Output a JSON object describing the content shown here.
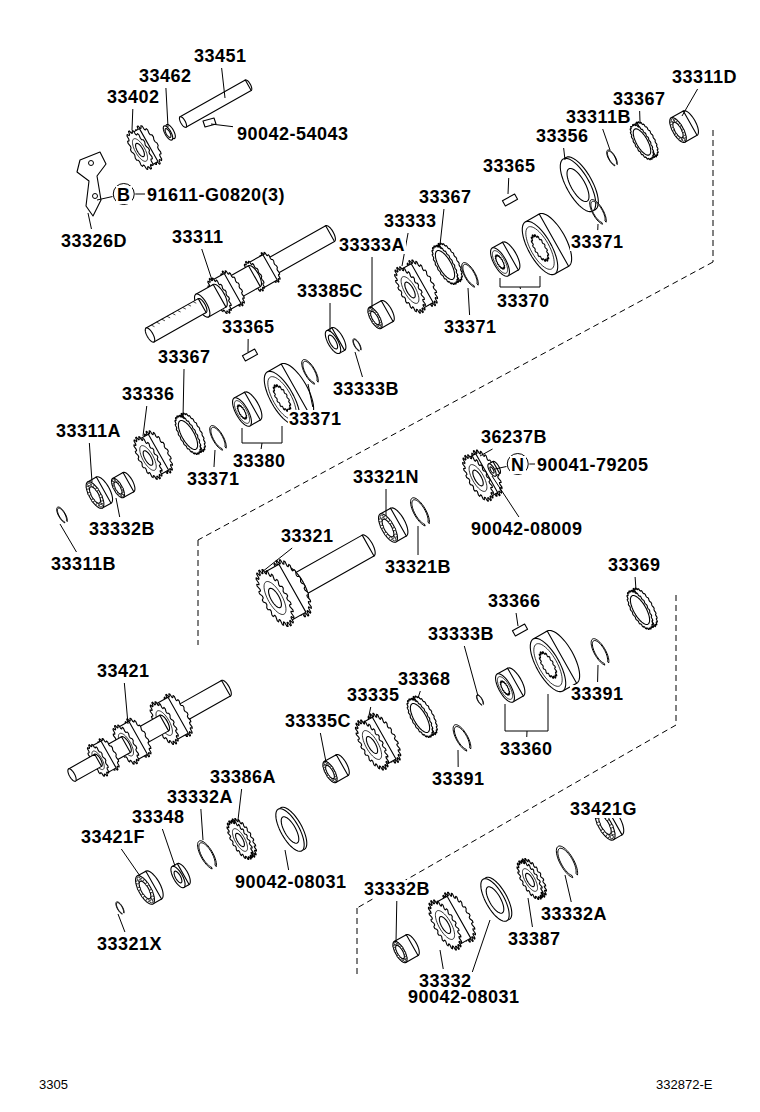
{
  "diagram": {
    "labels": [
      "33451",
      "33462",
      "33402",
      "90042-54043",
      "B",
      "91611-G0820(3)",
      "33326D",
      "33311",
      "33311D",
      "33367",
      "33311B",
      "33356",
      "33365",
      "33367",
      "33333",
      "33333A",
      "33371",
      "33385C",
      "33370",
      "33371",
      "33365",
      "33333B",
      "33367",
      "33336",
      "33371",
      "33311A",
      "33380",
      "33371",
      "33332B",
      "33311B",
      "36237B",
      "N",
      "90041-79205",
      "33321N",
      "90042-08009",
      "33321",
      "33321B",
      "33369",
      "33366",
      "33333B",
      "33421",
      "33368",
      "33391",
      "33335",
      "33335C",
      "33360",
      "33391",
      "33386A",
      "33332A",
      "33348",
      "33421F",
      "33421G",
      "90042-08031",
      "33332B",
      "33387",
      "33332A",
      "33321X",
      "33332",
      "90042-08031",
      "3305",
      "332872-E"
    ]
  }
}
